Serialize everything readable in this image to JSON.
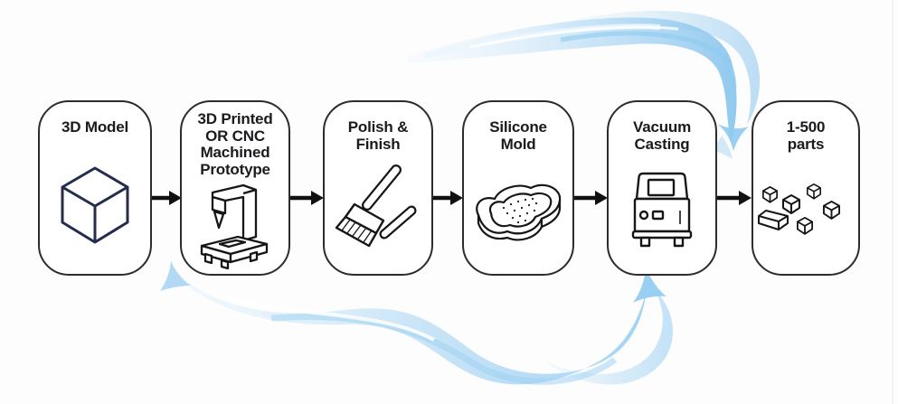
{
  "diagram": {
    "steps": [
      {
        "name": "3d-model",
        "lines": [
          "3D Model"
        ],
        "icon": "cube-icon"
      },
      {
        "name": "prototype",
        "lines": [
          "3D Printed",
          "OR CNC",
          "Machined",
          "Prototype"
        ],
        "icon": "cnc-machine-icon"
      },
      {
        "name": "polish-finish",
        "lines": [
          "Polish &",
          "Finish"
        ],
        "icon": "brush-icon"
      },
      {
        "name": "silicone-mold",
        "lines": [
          "Silicone",
          "Mold"
        ],
        "icon": "silicone-mold-icon"
      },
      {
        "name": "vacuum-casting",
        "lines": [
          "Vacuum",
          "Casting"
        ],
        "icon": "vacuum-casting-machine-icon"
      },
      {
        "name": "parts-output",
        "lines": [
          "1-500",
          "parts"
        ],
        "icon": "parts-cubes-icon"
      }
    ],
    "connectors": {
      "type": "arrow-right",
      "count": 5,
      "color": "#111111"
    },
    "colors": {
      "background": "#fdfdfd",
      "box_fill": "#ffffff",
      "box_border": "#2b2b30",
      "text": "#1b1b1f",
      "cube_icon_stroke": "#242d4c",
      "icon_stroke": "#161616",
      "swirl_light": "#d9edfb",
      "swirl_mid": "#a9d5f3",
      "swirl_deep": "#7fc0ec"
    }
  }
}
